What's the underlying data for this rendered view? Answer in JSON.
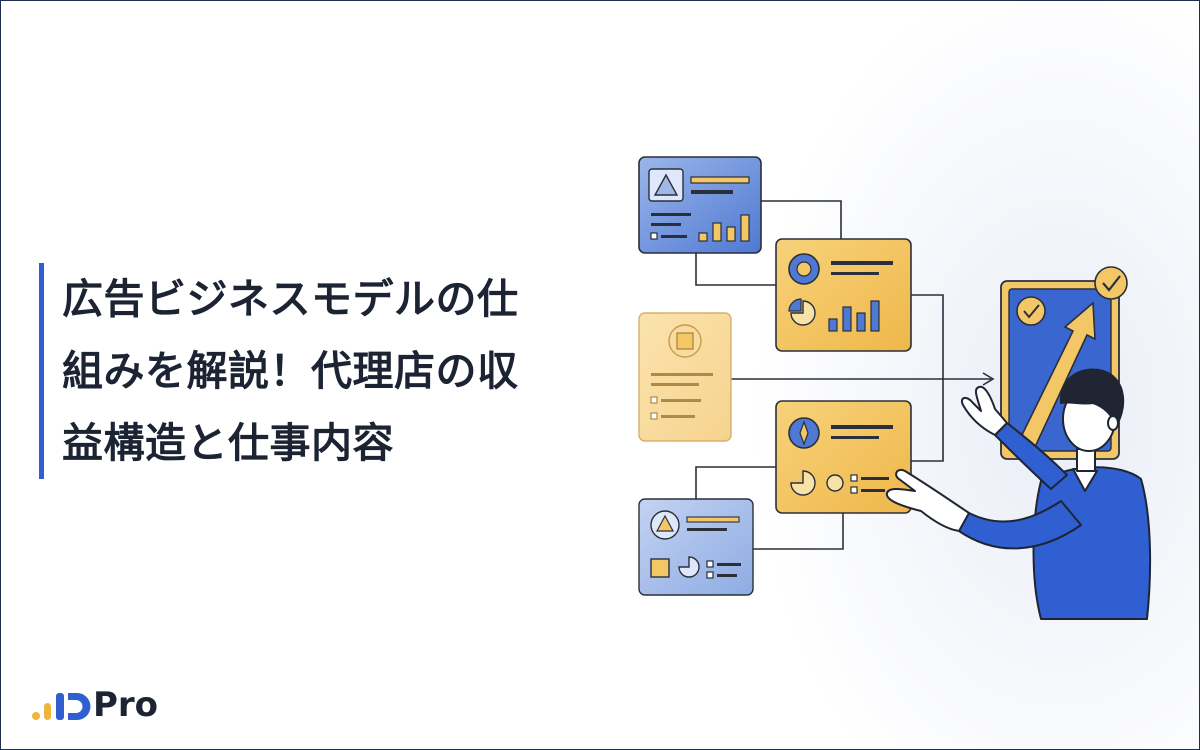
{
  "article": {
    "title_lines": [
      "広告ビジネスモデルの仕",
      "組みを解説！代理店の収",
      "益構造と仕事内容"
    ]
  },
  "brand": {
    "logo_text": "Pro",
    "logo_icon": "bar-signal-logo-icon"
  },
  "colors": {
    "frame_border": "#1f2d4e",
    "accent_bar": "#2f5fd0",
    "title_text": "#1c2333",
    "card_blue": "#6f93d9",
    "card_yellow": "#f3c766",
    "figure_blue": "#2f5fd0",
    "background_tint": "#eef1f8"
  },
  "illustration": {
    "icons": [
      "triangle-icon",
      "circle-icon",
      "square-icon",
      "pie-chart-icon",
      "bar-chart-icon",
      "checkmark-badge-icon",
      "diamond-star-icon",
      "growth-arrow-icon",
      "person-presenting-icon"
    ]
  }
}
